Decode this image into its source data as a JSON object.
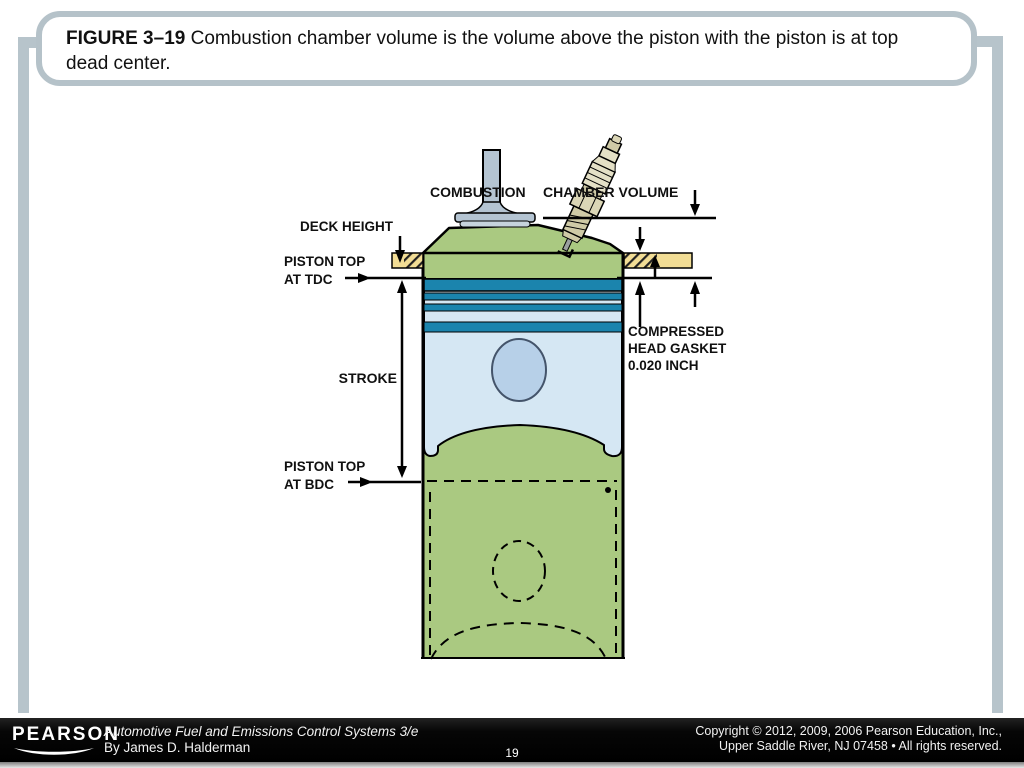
{
  "caption": {
    "figure_label": "FIGURE 3–19",
    "text": " Combustion chamber volume is the volume above the piston with the piston is at top dead center."
  },
  "diagram": {
    "labels": {
      "combustion_left": "COMBUSTION",
      "combustion_right": "CHAMBER VOLUME",
      "deck_height": "DECK HEIGHT",
      "piston_top_tdc_1": "PISTON TOP",
      "piston_top_tdc_2": "AT TDC",
      "gasket_1": "COMPRESSED",
      "gasket_2": "HEAD GASKET",
      "gasket_3": "0.020 INCH",
      "stroke": "STROKE",
      "piston_top_bdc_1": "PISTON TOP",
      "piston_top_bdc_2": "AT BDC"
    },
    "palette": {
      "block_green": "#aac981",
      "piston_blue": "#d5e7f3",
      "ring_teal": "#1b84ad",
      "pin_blue": "#b7d0e8",
      "gasket_yellow": "#f2dd95",
      "valve_gray": "#b4c4d2",
      "plug_tan": "#cfcaa6",
      "outline": "#000000"
    }
  },
  "footer": {
    "logo_text": "PEARSON",
    "book_title": "Automotive Fuel and Emissions Control Systems 3/e",
    "author_line": "By James D. Halderman",
    "page_number": "19",
    "copyright_line1": "Copyright © 2012, 2009, 2006 Pearson Education, Inc.,",
    "copyright_line2": "Upper Saddle River, NJ 07458 • All rights reserved."
  },
  "template": {
    "pipe_color": "#b7c4cb",
    "caption_border": "#b5c2c9",
    "footer_bg": "#000000"
  }
}
